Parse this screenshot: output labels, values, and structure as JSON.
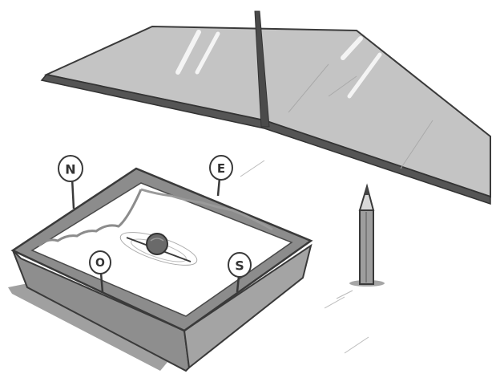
{
  "scene": {
    "flags": {
      "north": "N",
      "east": "E",
      "west": "O",
      "south": "S"
    },
    "colors": {
      "window_glass": "#c4c4c4",
      "window_frame": "#5a5a5a",
      "tray_rim": "#8c8c8c",
      "tray_side": "#9a9a9a",
      "liquid": "#ffffff",
      "pencil": "#9d9d9d",
      "cork": "#6a6a6a",
      "outline": "#3a3a3a"
    }
  }
}
